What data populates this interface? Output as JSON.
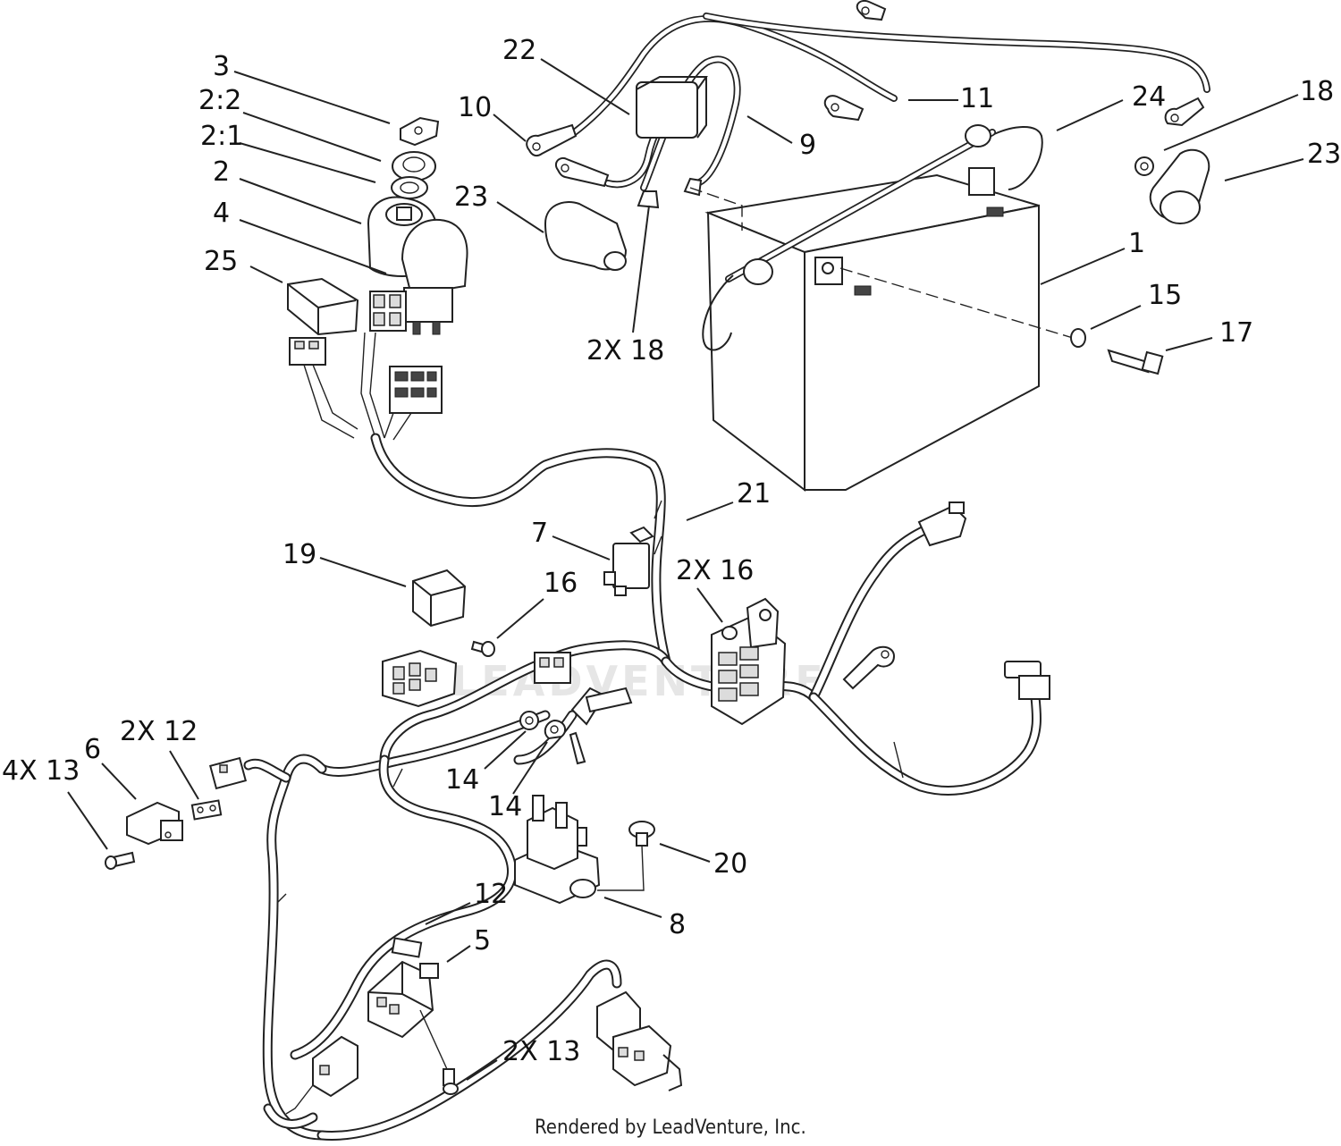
{
  "callouts": [
    {
      "text": "3"
    },
    {
      "text": "2:2"
    },
    {
      "text": "2:1"
    },
    {
      "text": "2"
    },
    {
      "text": "4"
    },
    {
      "text": "25"
    },
    {
      "text": "22"
    },
    {
      "text": "10"
    },
    {
      "text": "23"
    },
    {
      "text": "9"
    },
    {
      "text": "2X 18"
    },
    {
      "text": "11"
    },
    {
      "text": "24"
    },
    {
      "text": "18"
    },
    {
      "text": "23"
    },
    {
      "text": "1"
    },
    {
      "text": "15"
    },
    {
      "text": "17"
    },
    {
      "text": "21"
    },
    {
      "text": "7"
    },
    {
      "text": "19"
    },
    {
      "text": "16"
    },
    {
      "text": "2X 16"
    },
    {
      "text": "2X 12"
    },
    {
      "text": "6"
    },
    {
      "text": "4X 13"
    },
    {
      "text": "14"
    },
    {
      "text": "14"
    },
    {
      "text": "20"
    },
    {
      "text": "8"
    },
    {
      "text": "12"
    },
    {
      "text": "5"
    },
    {
      "text": "2X 13"
    }
  ],
  "watermark": "LEADVENTURE",
  "footer": "Rendered by LeadVenture, Inc."
}
